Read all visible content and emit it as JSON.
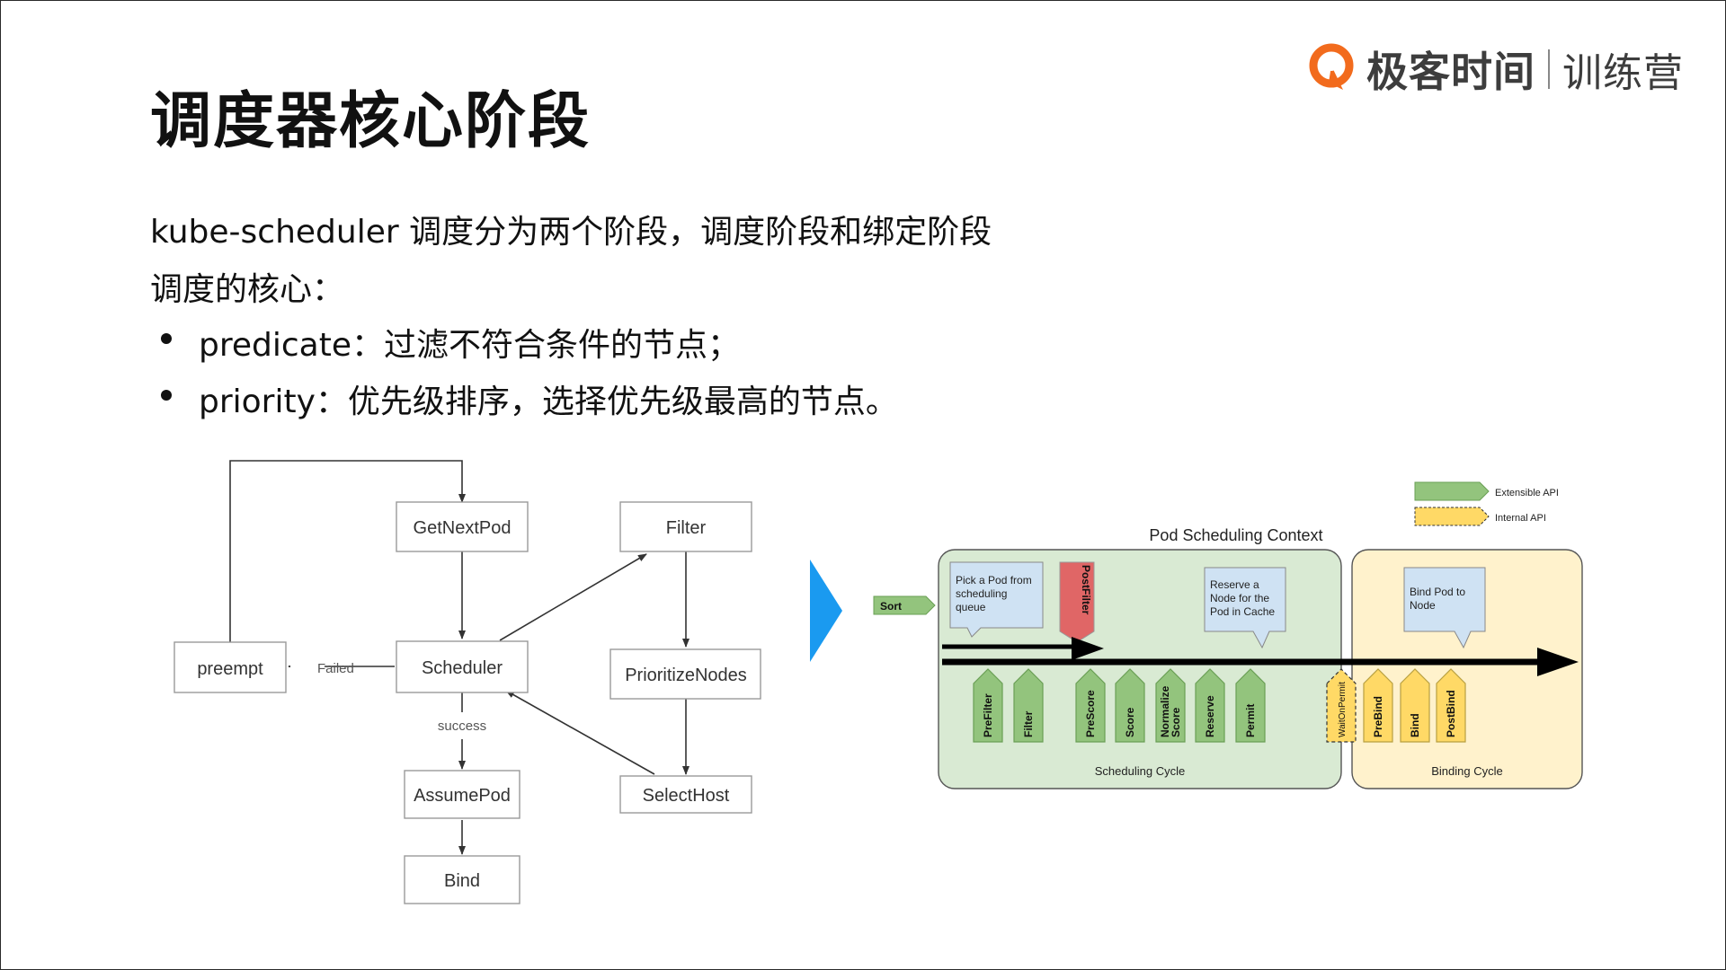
{
  "slide": {
    "title": "调度器核心阶段",
    "brand": {
      "name": "极客时间",
      "sub": "训练营",
      "logo_color": "#f26b1d"
    },
    "intro": "kube-scheduler 调度分为两个阶段，调度阶段和绑定阶段",
    "core_label": "调度的核心：",
    "bullets": [
      "predicate：过滤不符合条件的节点；",
      "priority：优先级排序，选择优先级最高的节点。"
    ]
  },
  "flow": {
    "nodes": {
      "getnextpod": "GetNextPod",
      "scheduler": "Scheduler",
      "preempt": "preempt",
      "assumepod": "AssumePod",
      "bind": "Bind",
      "filter": "Filter",
      "prioritize": "PrioritizeNodes",
      "selecthost": "SelectHost"
    },
    "edge_labels": {
      "failed": "Failed",
      "success": "success"
    }
  },
  "arrow_color": "#1a9af0",
  "framework": {
    "context_title": "Pod Scheduling Context",
    "legend": {
      "extensible": "Extensible API",
      "internal": "Internal API"
    },
    "sort": "Sort",
    "callouts": {
      "pick": "Pick a Pod from scheduling queue",
      "reserve": "Reserve a Node for the Pod in Cache",
      "bind": "Bind Pod to Node"
    },
    "postfilter": "PostFilter",
    "scheduling_points": [
      "PreFilter",
      "Filter",
      "PreScore",
      "Score",
      "Normalize Score",
      "Reserve",
      "Permit"
    ],
    "binding_points": [
      "WaitOnPermit",
      "PreBind",
      "Bind",
      "PostBind"
    ],
    "cycles": {
      "scheduling": "Scheduling Cycle",
      "binding": "Binding Cycle"
    },
    "colors": {
      "scheduling_bg": "#d9ead3",
      "binding_bg": "#fff2cc",
      "extensible": "#93c47d",
      "internal": "#ffd966",
      "postfilter": "#e06666",
      "callout": "#cfe2f3"
    }
  }
}
